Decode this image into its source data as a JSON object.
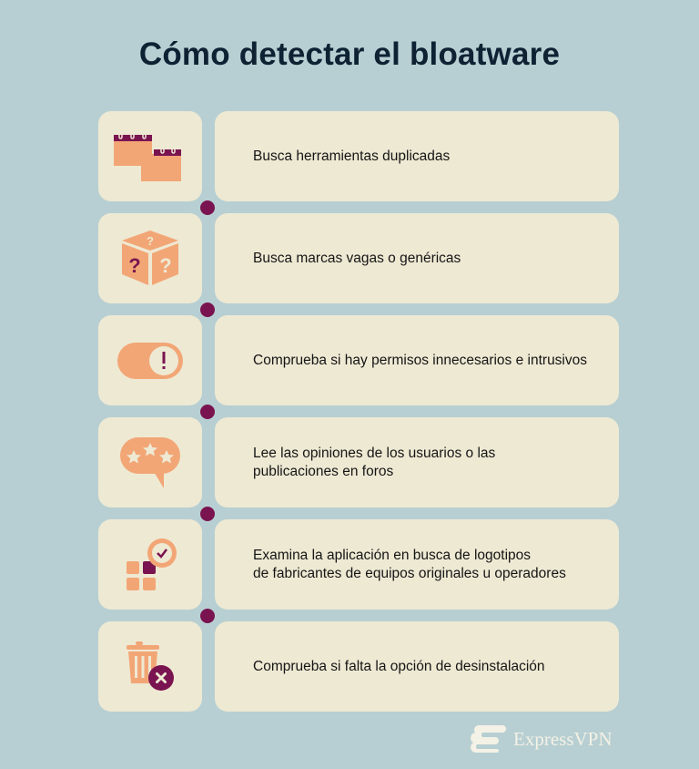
{
  "title": "Cómo detectar el bloatware",
  "colors": {
    "background": "#b7cfd2",
    "card": "#eee9d3",
    "accent_orange": "#f2a676",
    "accent_purple": "#7a1450",
    "title_text": "#0e2234"
  },
  "steps": [
    {
      "icon": "calendar-duplicate-icon",
      "text": "Busca herramientas duplicadas"
    },
    {
      "icon": "mystery-box-icon",
      "text": "Busca marcas vagas o genéricas"
    },
    {
      "icon": "toggle-warning-icon",
      "text": "Comprueba si hay permisos innecesarios e intrusivos"
    },
    {
      "icon": "rating-bubble-icon",
      "text": "Lee las opiniones de los usuarios o las\npublicaciones en foros"
    },
    {
      "icon": "apps-badge-icon",
      "text": "Examina la aplicación en busca de logotipos\nde fabricantes de equipos originales u operadores"
    },
    {
      "icon": "trash-x-icon",
      "text": "Comprueba si falta la opción de desinstalación"
    }
  ],
  "brand": {
    "name": "ExpressVPN",
    "icon": "expressvpn-logo-icon"
  }
}
